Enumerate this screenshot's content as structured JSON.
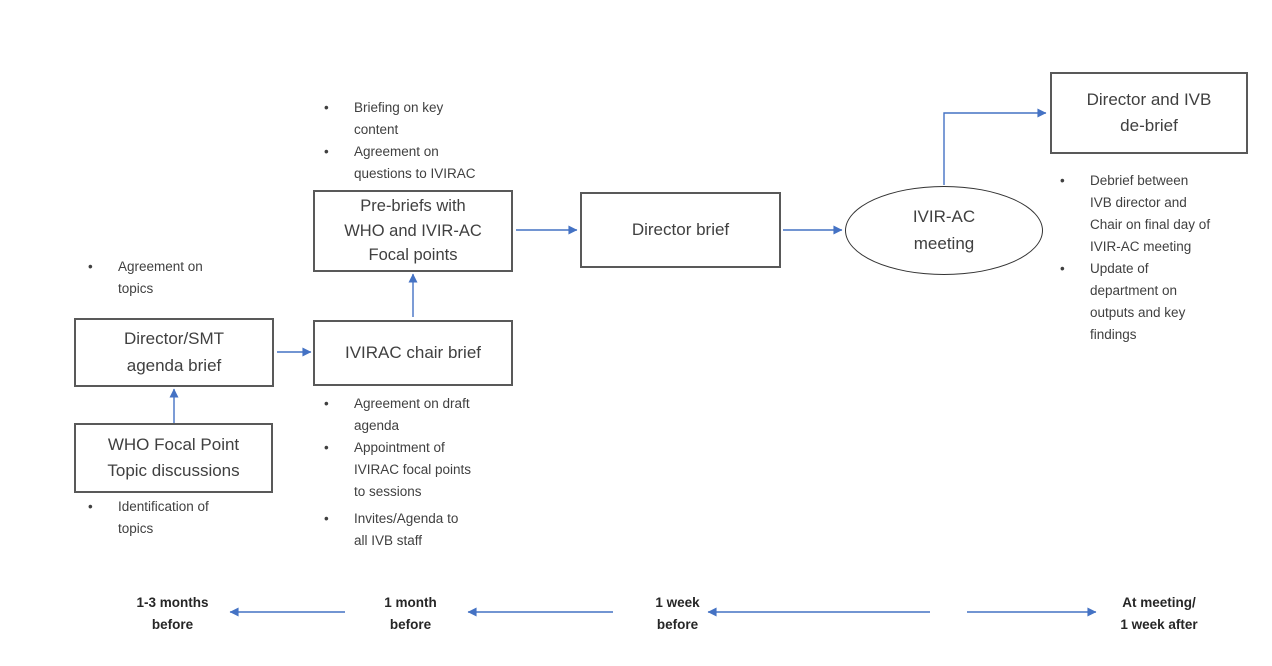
{
  "colors": {
    "arrow": "#4472c4",
    "box_border": "#595959",
    "ellipse_border": "#333333",
    "text": "#404040",
    "timeline_text": "#262626",
    "background": "#ffffff"
  },
  "nodes": {
    "who_focal": {
      "label": "WHO Focal Point\nTopic discussions"
    },
    "director_smt": {
      "label": "Director/SMT\nagenda brief"
    },
    "ivirac_chair": {
      "label": "IVIRAC chair brief"
    },
    "prebriefs": {
      "label": "Pre-briefs with\nWHO and IVIR-AC\nFocal points"
    },
    "director_brief": {
      "label": "Director brief"
    },
    "ivirac_meeting": {
      "label": "IVIR-AC\nmeeting"
    },
    "debrief": {
      "label": "Director and IVB\nde-brief"
    }
  },
  "bullets": {
    "topics": {
      "items": [
        "Agreement on\ntopics"
      ]
    },
    "identification": {
      "items": [
        "Identification of\ntopics"
      ]
    },
    "prebrief_notes": {
      "items": [
        "Briefing on key\ncontent",
        "Agreement on\nquestions to IVIRAC"
      ]
    },
    "chair_notes": {
      "items": [
        "Agreement on draft\nagenda",
        "Appointment of\nIVIRAC focal points\nto sessions",
        "Invites/Agenda to\nall IVB staff"
      ]
    },
    "debrief_notes": {
      "items": [
        "Debrief between\nIVB director and\nChair on final day of\nIVIR-AC meeting",
        "Update of\ndepartment on\noutputs and key\nfindings"
      ]
    }
  },
  "timeline": {
    "labels": [
      "1-3 months\nbefore",
      "1 month\nbefore",
      "1 week\nbefore",
      "At meeting/\n1 week after"
    ]
  }
}
